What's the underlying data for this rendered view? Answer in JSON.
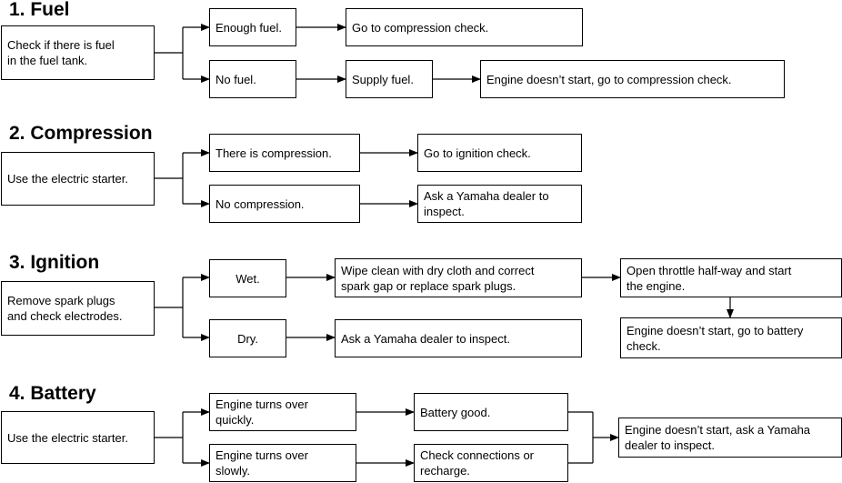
{
  "sections": [
    {
      "title": "1. Fuel",
      "start": "Check if there is fuel\nin the fuel tank.",
      "branch_a": {
        "condition": "Enough fuel.",
        "steps": [
          "Go to compression check."
        ]
      },
      "branch_b": {
        "condition": "No fuel.",
        "steps": [
          "Supply fuel.",
          "Engine doesn’t start, go to compression check."
        ]
      }
    },
    {
      "title": "2. Compression",
      "start": "Use the electric starter.",
      "branch_a": {
        "condition": "There is compression.",
        "steps": [
          "Go to ignition check."
        ]
      },
      "branch_b": {
        "condition": "No compression.",
        "steps": [
          "Ask a Yamaha dealer to\ninspect."
        ]
      }
    },
    {
      "title": "3. Ignition",
      "start": "Remove spark plugs\nand check electrodes.",
      "branch_a": {
        "condition": "Wet.",
        "steps": [
          "Wipe clean with dry cloth and correct\nspark gap or replace spark plugs.",
          "Open throttle half-way and start\nthe engine.",
          "Engine doesn’t start, go to battery\ncheck."
        ]
      },
      "branch_b": {
        "condition": "Dry.",
        "steps": [
          "Ask a Yamaha dealer to inspect."
        ]
      }
    },
    {
      "title": "4. Battery",
      "start": "Use the electric starter.",
      "branch_a": {
        "condition": "Engine turns over\nquickly.",
        "steps": [
          "Battery good."
        ]
      },
      "branch_b": {
        "condition": "Engine turns over\nslowly.",
        "steps": [
          "Check connections or\nrecharge."
        ]
      },
      "merge": "Engine doesn’t start, ask a Yamaha\ndealer to inspect."
    }
  ]
}
